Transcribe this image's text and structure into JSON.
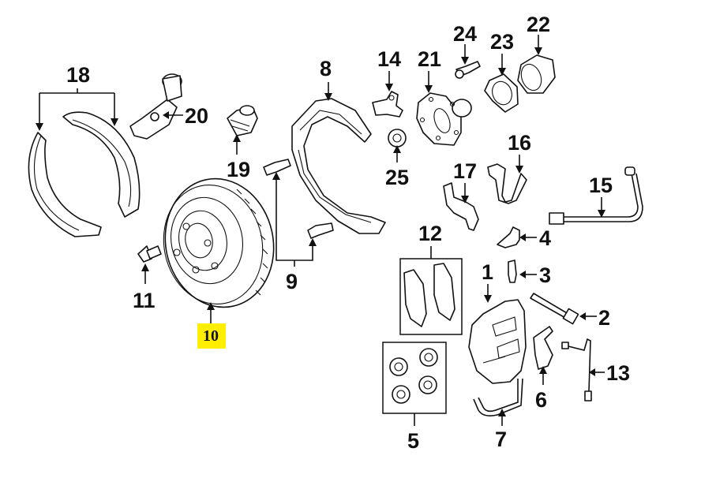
{
  "diagram": {
    "title": "Front brake components exploded view",
    "highlight_color": "#ffee00",
    "callouts": [
      {
        "id": "1",
        "label": "1",
        "part": "caliper"
      },
      {
        "id": "2",
        "label": "2",
        "part": "guide-bolt"
      },
      {
        "id": "3",
        "label": "3",
        "part": "bleeder-screw"
      },
      {
        "id": "4",
        "label": "4",
        "part": "bracket-clip"
      },
      {
        "id": "5",
        "label": "5",
        "part": "piston-seal-kit"
      },
      {
        "id": "6",
        "label": "6",
        "part": "pad-spring"
      },
      {
        "id": "7",
        "label": "7",
        "part": "brake-tube"
      },
      {
        "id": "8",
        "label": "8",
        "part": "splash-shield"
      },
      {
        "id": "9",
        "label": "9",
        "part": "shield-bolts"
      },
      {
        "id": "10",
        "label": "10",
        "part": "brake-rotor",
        "highlighted": true
      },
      {
        "id": "11",
        "label": "11",
        "part": "rotor-screw"
      },
      {
        "id": "12",
        "label": "12",
        "part": "brake-pads"
      },
      {
        "id": "13",
        "label": "13",
        "part": "wear-sensor"
      },
      {
        "id": "14",
        "label": "14",
        "part": "abs-sensor"
      },
      {
        "id": "15",
        "label": "15",
        "part": "brake-hose"
      },
      {
        "id": "16",
        "label": "16",
        "part": "hose-bracket"
      },
      {
        "id": "17",
        "label": "17",
        "part": "sensor-bracket"
      },
      {
        "id": "18",
        "label": "18",
        "part": "parking-brake-shoes"
      },
      {
        "id": "19",
        "label": "19",
        "part": "adjuster"
      },
      {
        "id": "20",
        "label": "20",
        "part": "parking-brake-adjuster"
      },
      {
        "id": "21",
        "label": "21",
        "part": "wheel-hub"
      },
      {
        "id": "22",
        "label": "22",
        "part": "wheel-bearing"
      },
      {
        "id": "23",
        "label": "23",
        "part": "bearing-retainer"
      },
      {
        "id": "24",
        "label": "24",
        "part": "hub-bolt"
      },
      {
        "id": "25",
        "label": "25",
        "part": "nut"
      }
    ]
  }
}
